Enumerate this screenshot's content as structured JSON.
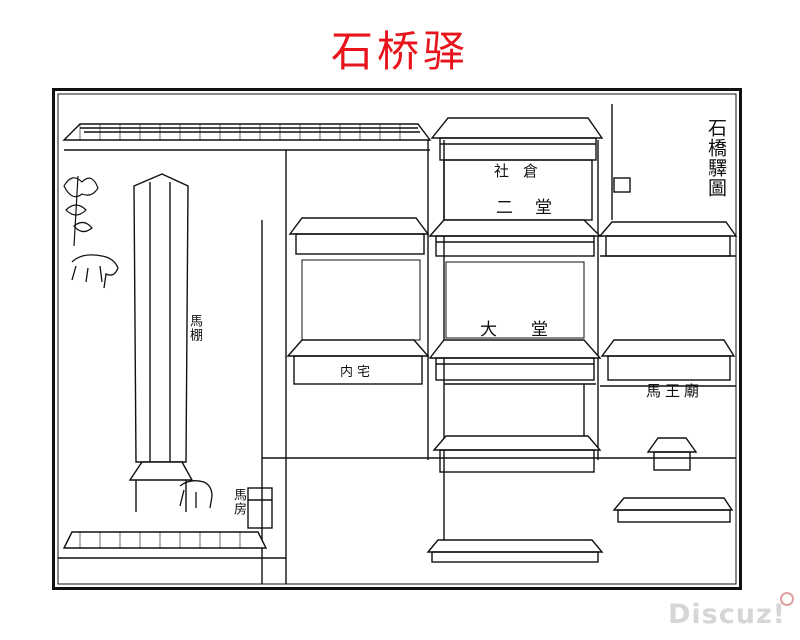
{
  "title": "石桥驿",
  "map_title": "石橋驛圖",
  "labels": {
    "she_cang": "社倉",
    "er_tang": "二堂",
    "da_tang": "大堂",
    "nei_zhai": "内宅",
    "ma_wang_miao": "馬王廟",
    "ma_peng": "馬棚",
    "ma_fang": "馬房"
  },
  "watermark": "Discuz!",
  "colors": {
    "title": "#e8141b",
    "ink": "#111111",
    "watermark": "#d6d6d6"
  }
}
